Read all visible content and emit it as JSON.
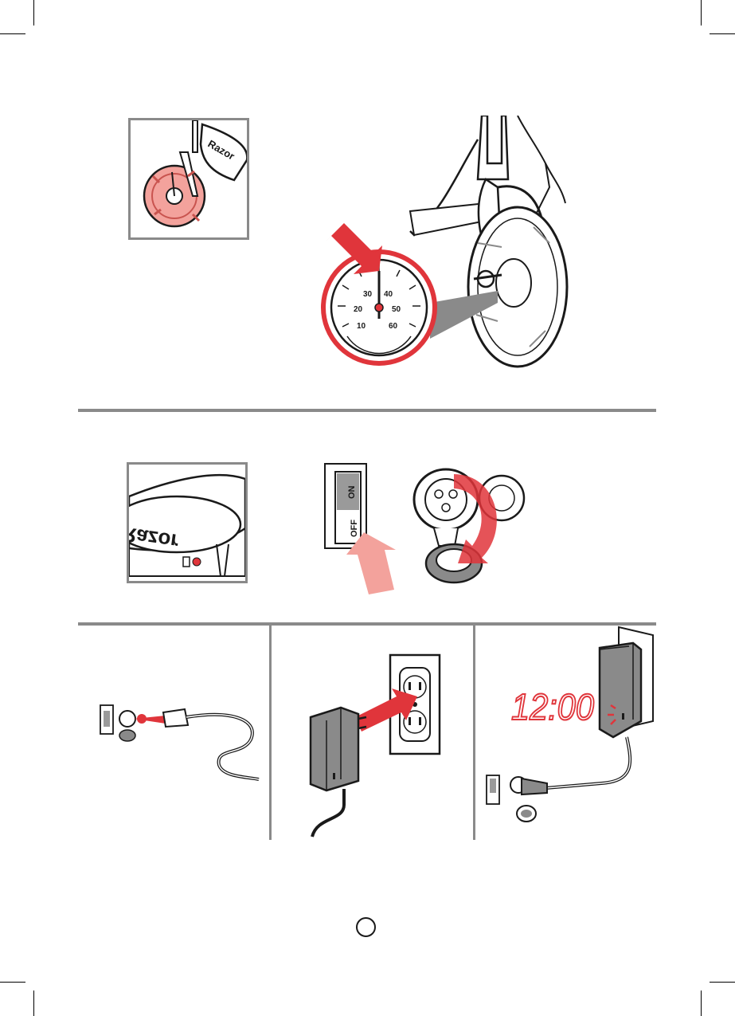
{
  "brand": {
    "logo_text": "Razor"
  },
  "gauge": {
    "scale_labels": [
      "10",
      "20",
      "30",
      "40",
      "50",
      "60"
    ]
  },
  "switch": {
    "on_label": "ON",
    "off_label": "OFF"
  },
  "clock": {
    "time": "12:00"
  },
  "colors": {
    "accent": "#e0353b",
    "accent_light": "#f3a29c",
    "divider": "#8a8a8a",
    "line": "#1a1a1a"
  },
  "icons": [
    "scooter-wheel-icon",
    "tire-pressure-gauge-icon",
    "power-switch-icon",
    "charging-port-icon",
    "wall-charger-icon",
    "wall-outlet-icon",
    "digital-clock-icon"
  ]
}
